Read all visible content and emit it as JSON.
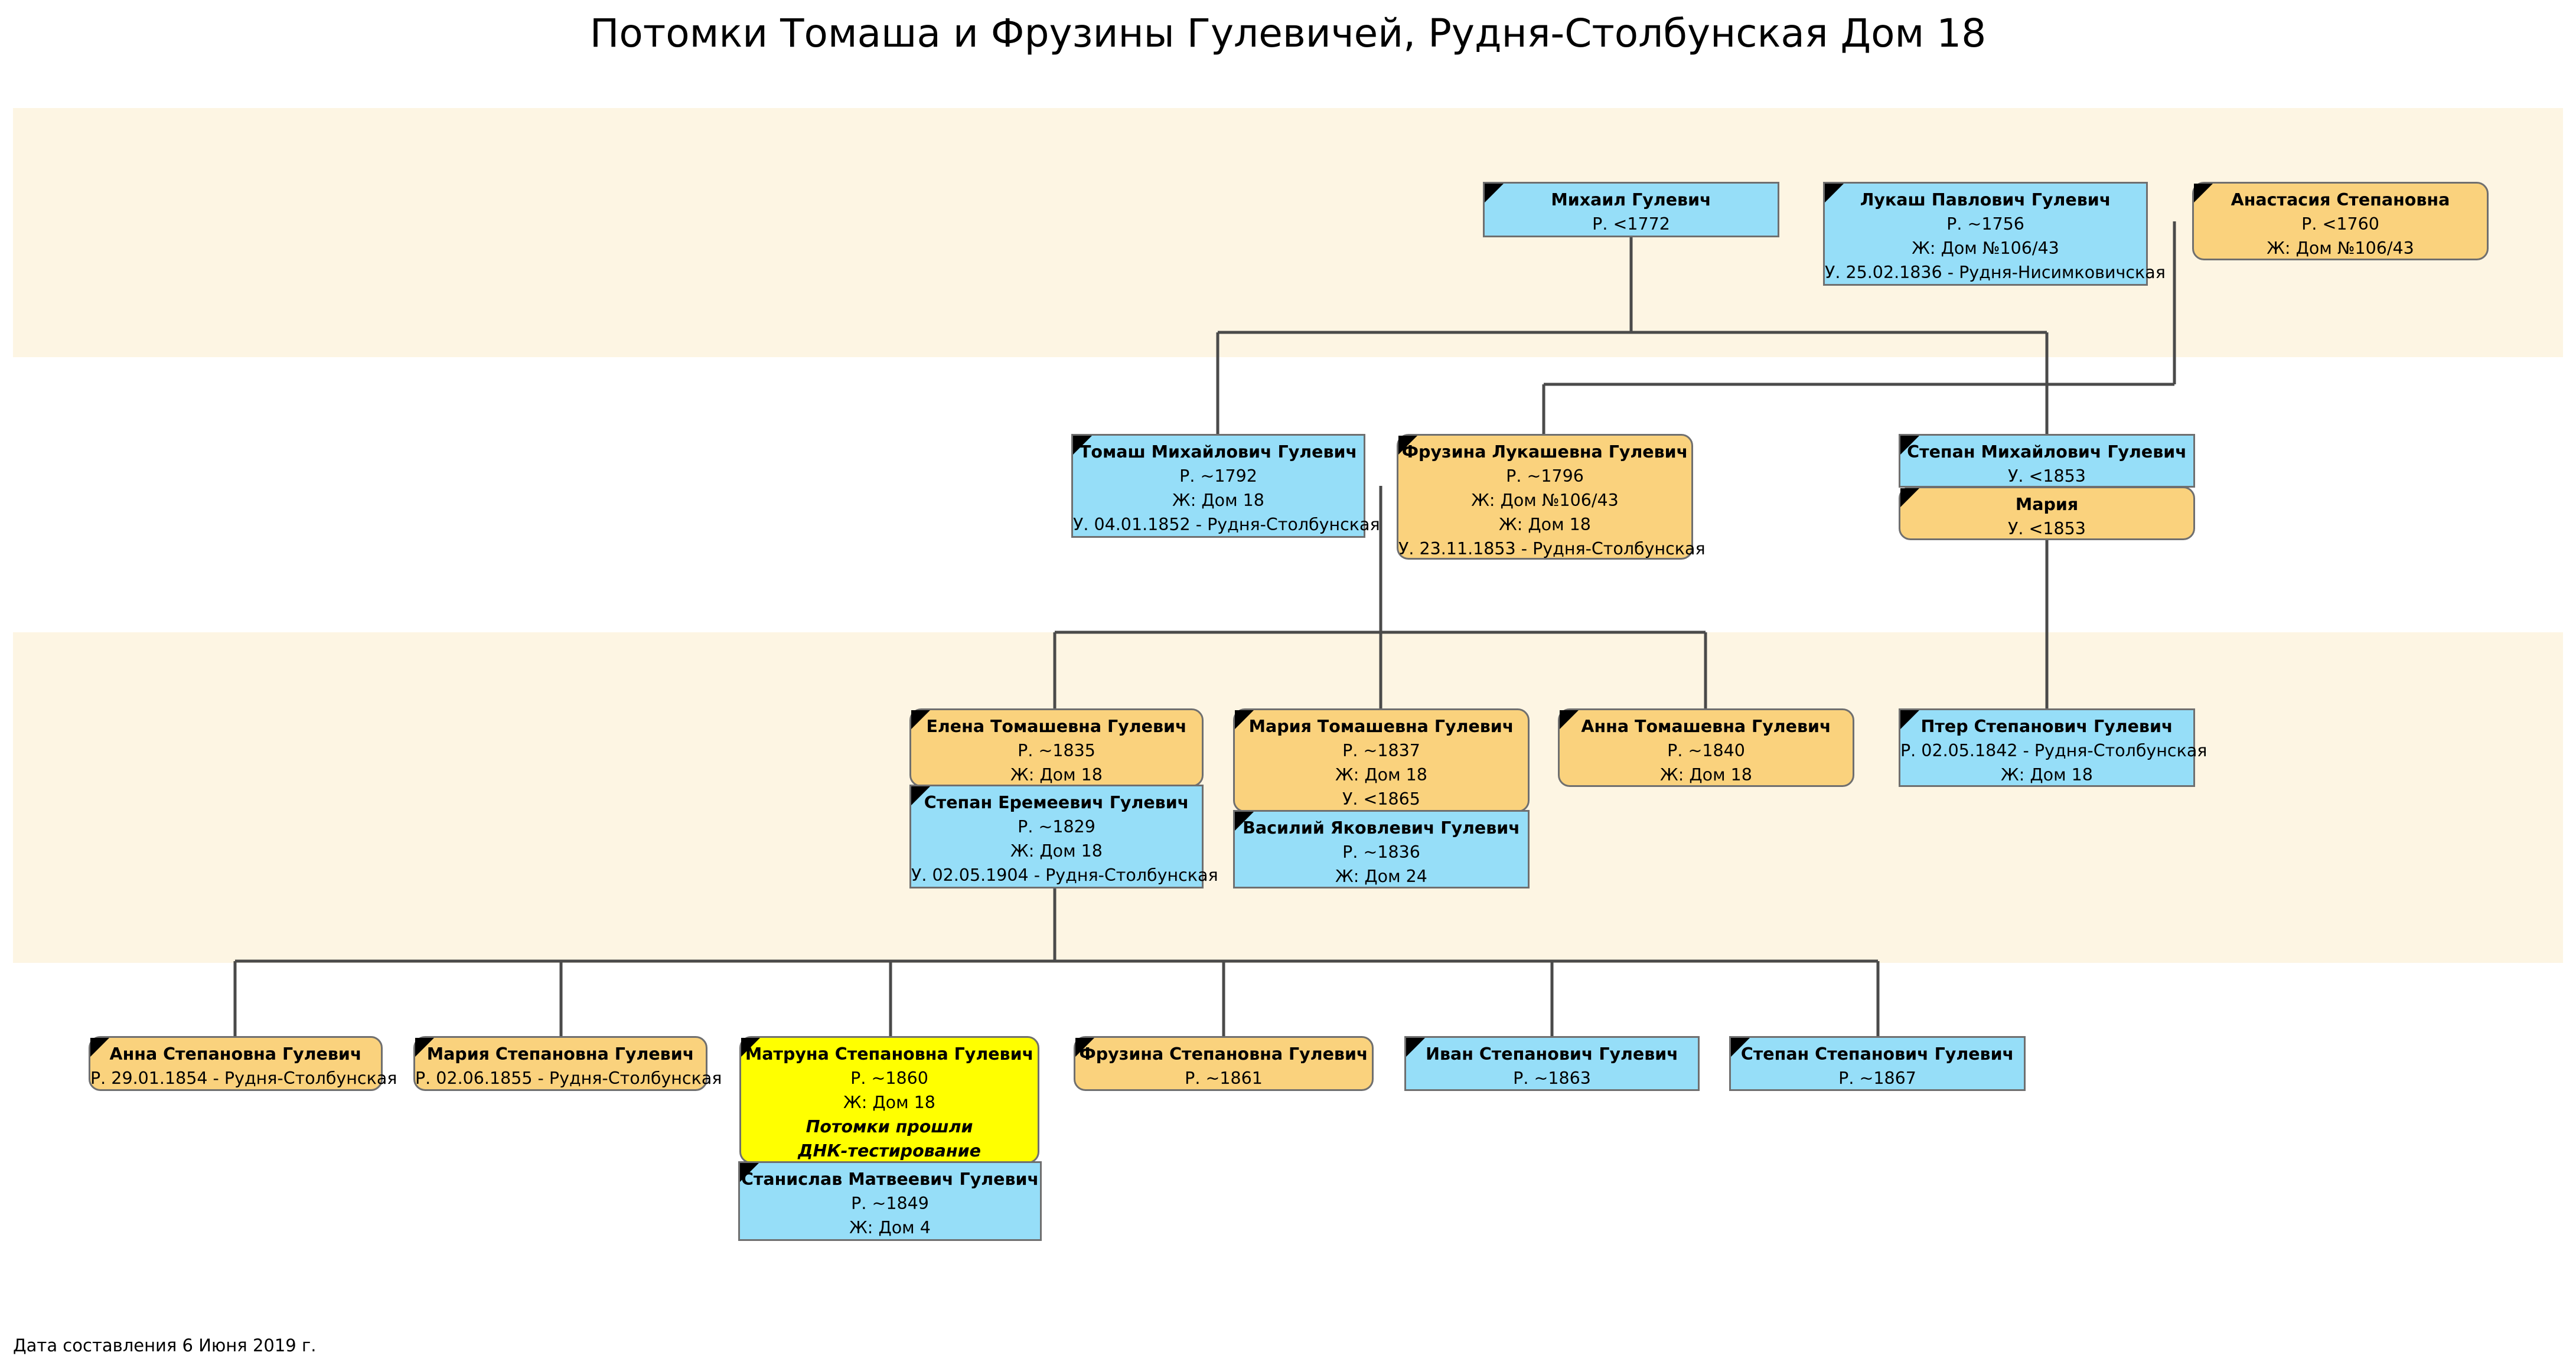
{
  "title": "Потомки Томаша и Фрузины Гулевичей, Рудня-Столбунская Дом 18",
  "footer": "Дата составления 6 Июня 2019 г.",
  "people": {
    "mikhail": {
      "name": "Михаил Гулевич",
      "lines": [
        "Р. <1772"
      ]
    },
    "lukash": {
      "name": "Лукаш Павлович Гулевич",
      "lines": [
        "Р. ~1756",
        "Ж: Дом №106/43",
        "У. 25.02.1836 - Рудня-Нисимковичская"
      ]
    },
    "anastasia": {
      "name": "Анастасия Степановна",
      "lines": [
        "Р. <1760",
        "Ж: Дом №106/43"
      ]
    },
    "tomash": {
      "name": "Томаш Михайлович Гулевич",
      "lines": [
        "Р. ~1792",
        "Ж: Дом 18",
        "У. 04.01.1852 - Рудня-Столбунская"
      ]
    },
    "fruzina": {
      "name": "Фрузина Лукашевна Гулевич",
      "lines": [
        "Р. ~1796",
        "Ж: Дом №106/43",
        "Ж: Дом 18",
        "У. 23.11.1853 - Рудня-Столбунская"
      ]
    },
    "stepan_m": {
      "name": "Степан Михайлович Гулевич",
      "lines": [
        "У. <1853"
      ]
    },
    "maria": {
      "name": "Мария",
      "lines": [
        "У. <1853"
      ]
    },
    "elena": {
      "name": "Елена Томашевна Гулевич",
      "lines": [
        "Р. ~1835",
        "Ж: Дом 18"
      ]
    },
    "stepan_e": {
      "name": "Степан Еремеевич Гулевич",
      "lines": [
        "Р. ~1829",
        "Ж: Дом 18",
        "У. 02.05.1904 - Рудня-Столбунская"
      ]
    },
    "maria_t": {
      "name": "Мария Томашевна Гулевич",
      "lines": [
        "Р. ~1837",
        "Ж: Дом 18",
        "У. <1865"
      ]
    },
    "vasiliy": {
      "name": "Василий Яковлевич Гулевич",
      "lines": [
        "Р. ~1836",
        "Ж: Дом 24"
      ]
    },
    "anna_t": {
      "name": "Анна Томашевна Гулевич",
      "lines": [
        "Р. ~1840",
        "Ж: Дом 18"
      ]
    },
    "pter": {
      "name": "Птер Степанович Гулевич",
      "lines": [
        "Р. 02.05.1842 - Рудня-Столбунская",
        "Ж: Дом 18"
      ]
    },
    "anna_s": {
      "name": "Анна Степановна Гулевич",
      "lines": [
        "Р. 29.01.1854 - Рудня-Столбунская"
      ]
    },
    "maria_s": {
      "name": "Мария Степановна Гулевич",
      "lines": [
        "Р. 02.06.1855 - Рудня-Столбунская"
      ]
    },
    "matruna": {
      "name": "Матруна Степановна Гулевич",
      "lines": [
        "Р. ~1860",
        "Ж: Дом 18"
      ],
      "note": [
        "Потомки прошли",
        "ДНК-тестирование"
      ]
    },
    "stanislav": {
      "name": "Станислав Матвеевич Гулевич",
      "lines": [
        "Р. ~1849",
        "Ж: Дом 4"
      ]
    },
    "fruzina_s": {
      "name": "Фрузина Степановна Гулевич",
      "lines": [
        "Р. ~1861"
      ]
    },
    "ivan": {
      "name": "Иван Степанович Гулевич",
      "lines": [
        "Р. ~1863"
      ]
    },
    "stepan_s": {
      "name": "Степан Степанович Гулевич",
      "lines": [
        "Р. ~1867"
      ]
    }
  },
  "colors": {
    "male": "#96def8",
    "female": "#fad27d",
    "highlight": "#ffff00",
    "band": "#fdf5e3",
    "line": "#4a4a4a"
  }
}
